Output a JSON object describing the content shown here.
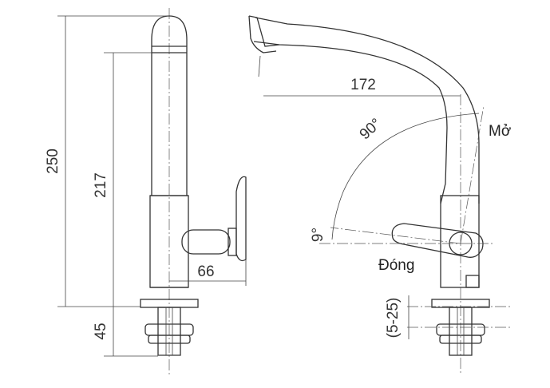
{
  "dimensions": {
    "total_height": "250",
    "spout_height": "217",
    "base_height": "45",
    "handle_offset": "66",
    "spout_reach": "172",
    "thickness_range": "(5-25)"
  },
  "angles": {
    "open_angle": "90°",
    "closed_angle": "9°"
  },
  "labels": {
    "open": "Mở",
    "closed": "Đóng"
  }
}
